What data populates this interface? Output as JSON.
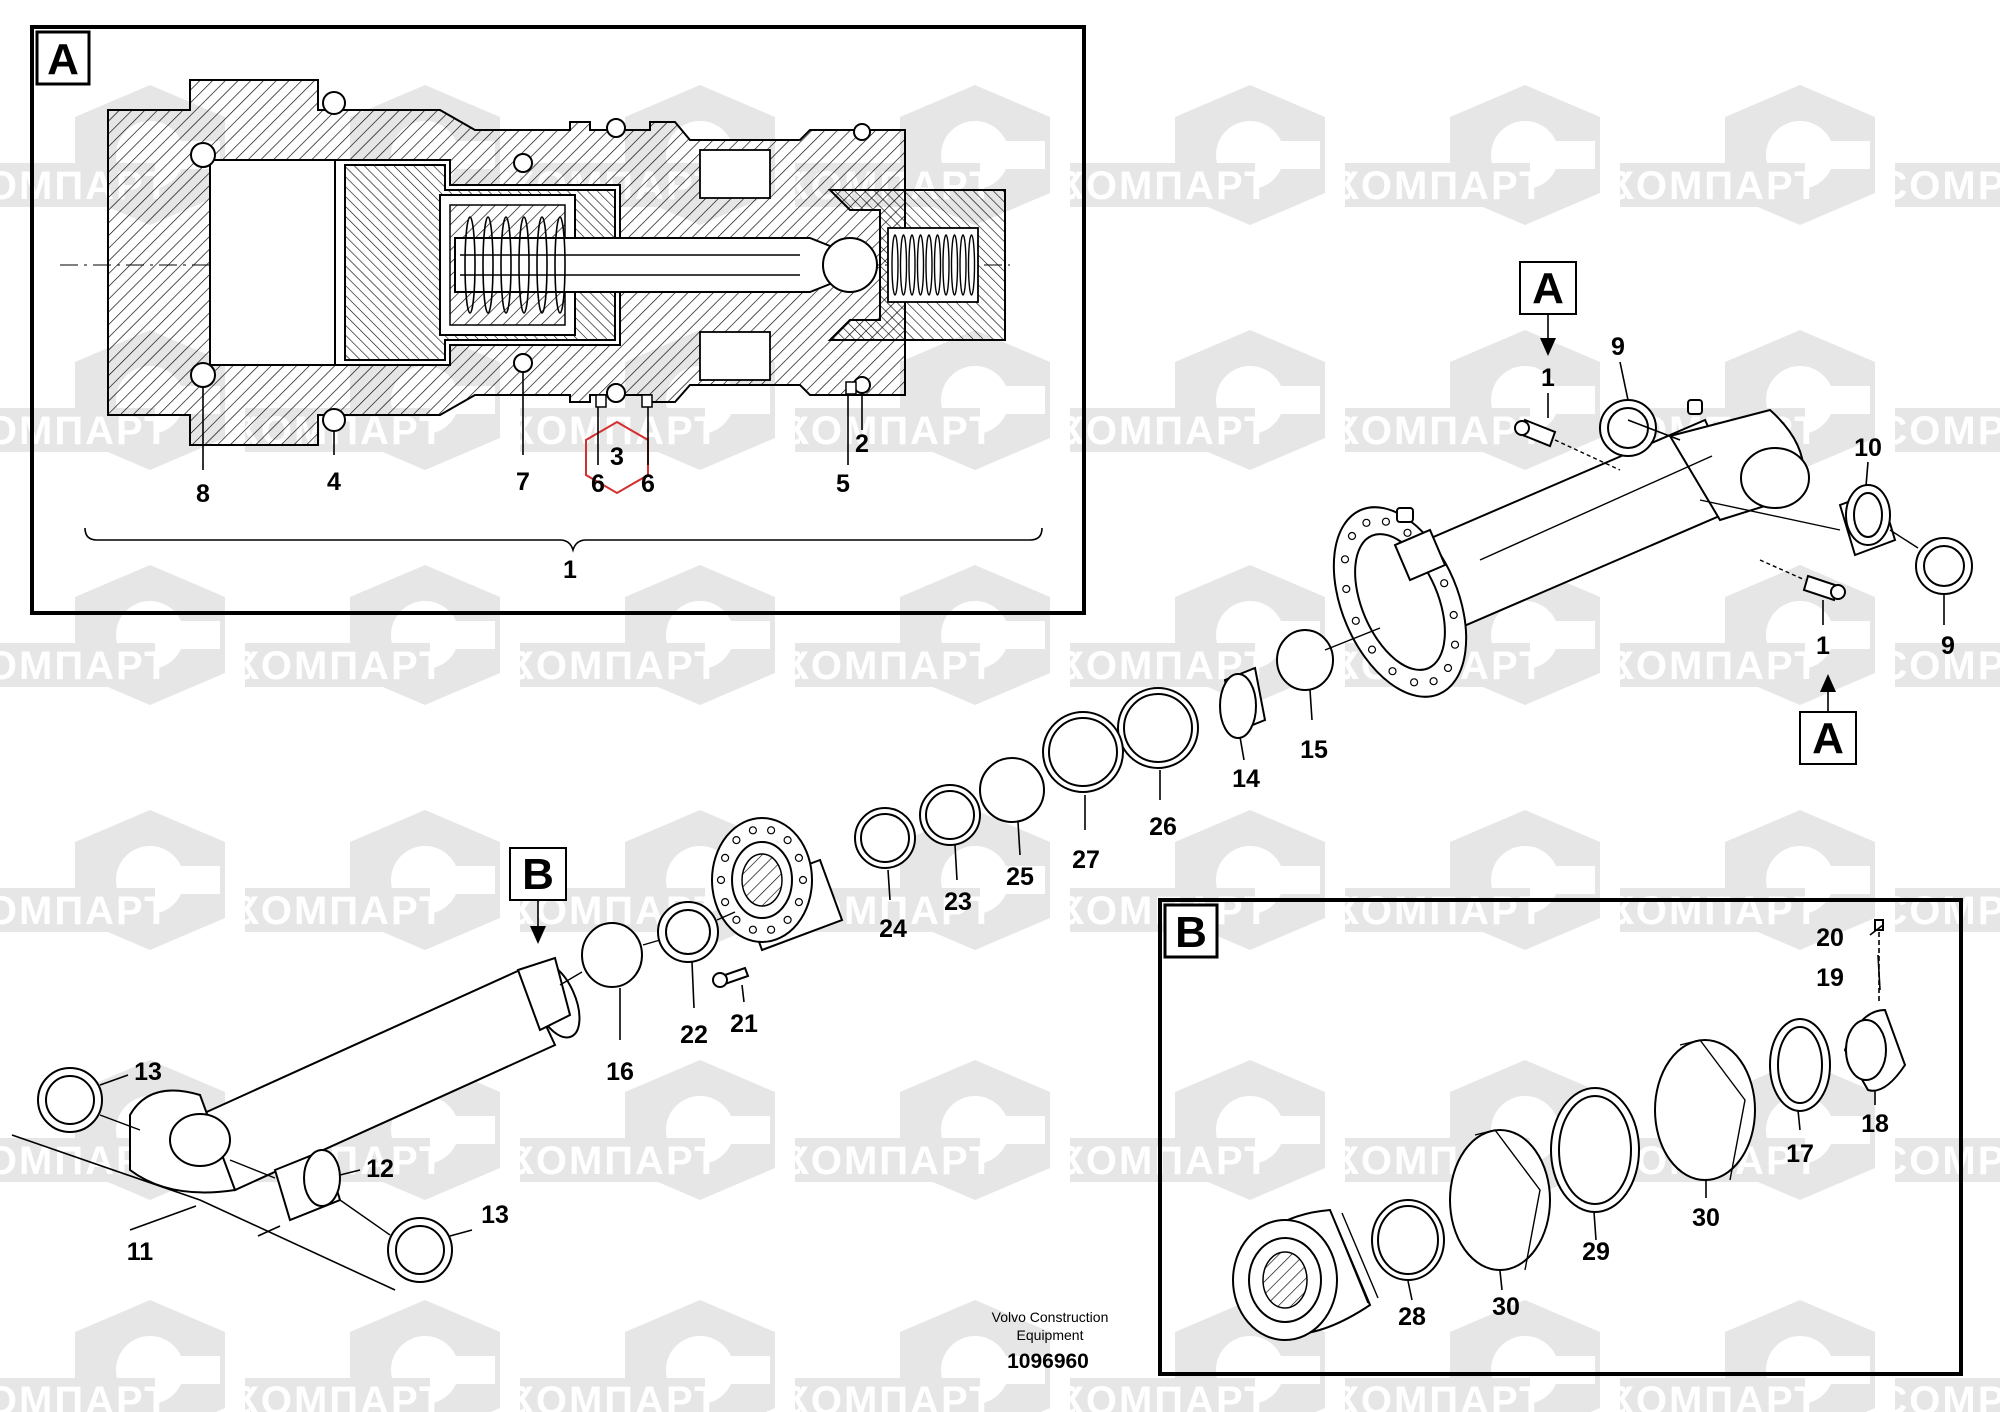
{
  "brand": {
    "watermark_latin": "COMPART",
    "watermark_cyrillic": "КОМПАРТ"
  },
  "colors": {
    "line": "#000000",
    "watermark": "#e6e6e6",
    "highlight": "#d43030"
  },
  "detail_a": {
    "tag": "A",
    "labels": [
      "8",
      "4",
      "7",
      "3",
      "6",
      "6",
      "2",
      "5"
    ],
    "assembly_label": "1"
  },
  "detail_b": {
    "tag": "B",
    "labels": [
      "20",
      "19",
      "18",
      "17",
      "30",
      "29",
      "30",
      "28"
    ]
  },
  "main": {
    "callout_a_top": "A",
    "callout_a_bottom": "A",
    "callout_b": "B",
    "labels": [
      "1",
      "9",
      "10",
      "1",
      "9",
      "15",
      "14",
      "26",
      "27",
      "25",
      "23",
      "24",
      "22",
      "21",
      "16",
      "13",
      "12",
      "11",
      "13"
    ]
  },
  "footer": {
    "company": "Volvo Construction",
    "company_line2": "Equipment",
    "doc_number": "1096960"
  }
}
